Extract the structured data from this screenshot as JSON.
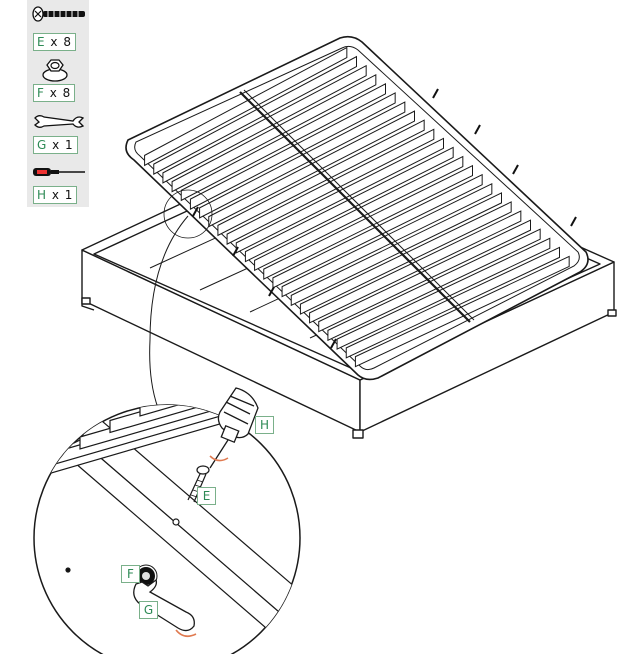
{
  "parts": [
    {
      "code": "E",
      "quantity": "x 8",
      "icon": "screw-icon"
    },
    {
      "code": "F",
      "quantity": "x 8",
      "icon": "hex-nut-icon"
    },
    {
      "code": "G",
      "quantity": "x 1",
      "icon": "wrench-icon"
    },
    {
      "code": "H",
      "quantity": "x 1",
      "icon": "screwdriver-icon"
    }
  ],
  "detail_labels": {
    "screwdriver": "H",
    "screw": "E",
    "nut": "F",
    "wrench": "G"
  },
  "colors": {
    "label_border": "#7ab08a",
    "label_text": "#2d8a55",
    "panel_bg": "#e9e9e9",
    "line": "#1a1a1a",
    "rotation_arrow": "#e07a50"
  }
}
